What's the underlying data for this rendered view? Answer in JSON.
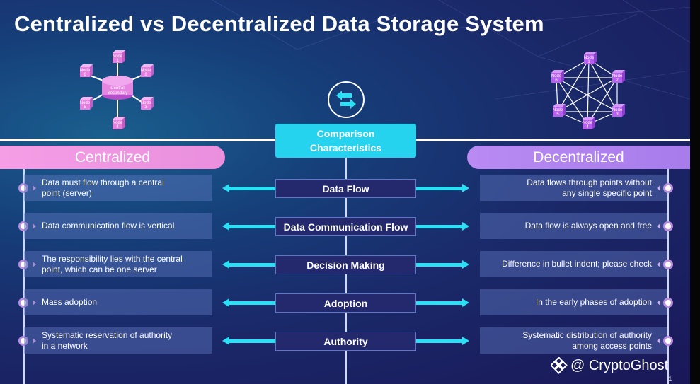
{
  "title": "Centralized vs Decentralized Data Storage System",
  "left_header": "Centralized",
  "right_header": "Decentralized",
  "center_header_line1": "Comparison",
  "center_header_line2": "Characteristics",
  "rows": [
    {
      "left_line1": "Data must flow through  a central",
      "left_line2": "point (server)",
      "center": "Data Flow",
      "right_line1": "Data flows through points without",
      "right_line2": "any single specific point"
    },
    {
      "left_line1": "Data communication flow is vertical",
      "left_line2": "",
      "center": "Data Communication Flow",
      "right_line1": "Data flow is always open and free",
      "right_line2": ""
    },
    {
      "left_line1": "The responsibility lies with the central",
      "left_line2": "point, which can be one server",
      "center": "Decision Making",
      "right_line1": "Difference in bullet indent; please check",
      "right_line2": ""
    },
    {
      "left_line1": "Mass adoption",
      "left_line2": "",
      "center": "Adoption",
      "right_line1": "In the early phases of adoption",
      "right_line2": ""
    },
    {
      "left_line1": "Systematic reservation of authority",
      "left_line2": "in a network",
      "center": "Authority",
      "right_line1": "Systematic distribution of authority",
      "right_line2": "among access points"
    }
  ],
  "centralized_diagram": {
    "hub_line1": "Central",
    "hub_line2": "Secondary",
    "nodes": [
      "Node 1",
      "Node 2",
      "Node 3",
      "Node 4",
      "Node 5",
      "Node 6"
    ]
  },
  "decentralized_diagram": {
    "nodes": [
      "Node 1",
      "Node 2",
      "Node 3",
      "Node 4",
      "Node 5",
      "Node 6"
    ]
  },
  "watermark_text": "@ CryptoGhost",
  "page_number": "1",
  "colors": {
    "accent_cyan": "#2be0f5",
    "left_pill": "#f59ee6",
    "right_pill": "#b98af2",
    "node_pink": "#e77fe0",
    "node_purple": "#b75ff0"
  }
}
